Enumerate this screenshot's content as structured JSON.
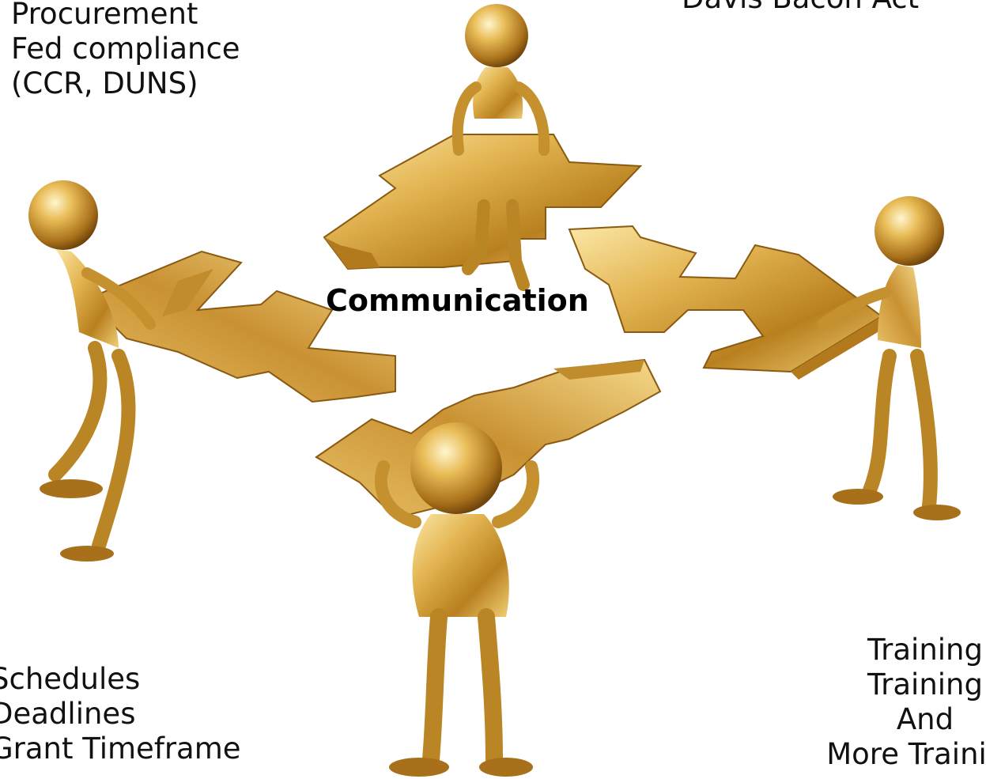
{
  "labels": {
    "top_left": [
      "Procurement",
      "Fed compliance",
      "(CCR, DUNS)"
    ],
    "top_right": [
      "Davis Bacon Act"
    ],
    "bottom_left": [
      "Schedules",
      "Deadlines",
      "Grant Timeframe"
    ],
    "bottom_right": [
      "Training",
      "Training",
      "And",
      "More Training"
    ]
  },
  "center_label": "Communication",
  "colors": {
    "gold_light": "#f7dc8c",
    "gold_mid": "#d9a93a",
    "gold_dark": "#8a5a12",
    "text": "#111111"
  }
}
